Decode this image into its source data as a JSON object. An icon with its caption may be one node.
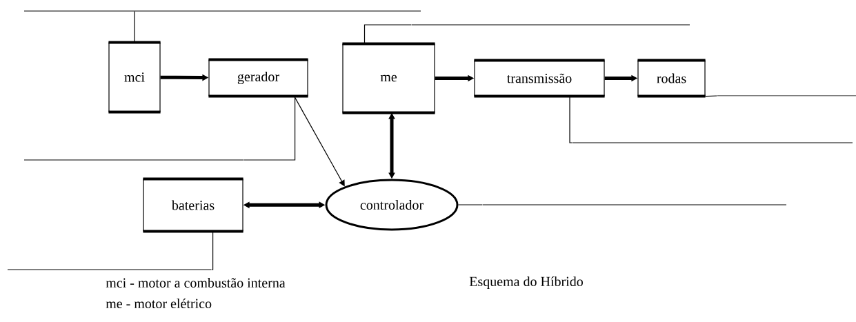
{
  "diagram": {
    "nodes": [
      {
        "text": [],
        "shape": "line"
      },
      {
        "text": [],
        "shape": "line"
      },
      {
        "text": [
          "mci"
        ]
      },
      {
        "text": [
          "gerador"
        ]
      },
      {
        "text": [
          "me"
        ]
      },
      {
        "text": [
          "transmissão"
        ]
      },
      {
        "text": [
          "rodas"
        ]
      },
      {
        "text": [],
        "shape": "line"
      },
      {
        "text": [],
        "shape": "line"
      },
      {
        "text": [],
        "shape": "line"
      },
      {
        "text": [
          "baterias"
        ]
      },
      {
        "text": [
          "controlador"
        ]
      },
      {
        "text": [],
        "shape": "line"
      },
      {
        "text": [],
        "shape": "line"
      }
    ],
    "edges": [
      {
        "from": 2,
        "to": 3,
        "arrow": "to",
        "style": "thick"
      },
      {
        "from": 4,
        "to": 5,
        "arrow": "to",
        "style": "thick"
      },
      {
        "from": 5,
        "to": 6,
        "arrow": "to",
        "style": "thick"
      },
      {
        "from": 3,
        "to": 11,
        "arrow": "to"
      },
      {
        "from": 11,
        "to": 4,
        "arrow": "both",
        "style": "thick"
      },
      {
        "from": 10,
        "to": 11,
        "arrow": "both",
        "style": "thick"
      },
      {
        "from": 2,
        "to": 0,
        "arrow": "none"
      },
      {
        "from": 4,
        "to": 1,
        "arrow": "none"
      },
      {
        "from": 6,
        "to": 7,
        "arrow": "none"
      },
      {
        "from": 5,
        "to": 8,
        "arrow": "none"
      },
      {
        "from": 3,
        "to": 9,
        "arrow": "none"
      },
      {
        "from": 11,
        "to": 12,
        "arrow": "none"
      },
      {
        "from": 10,
        "to": 13,
        "arrow": "none"
      }
    ],
    "labels": [
      "mci - motor a combustão interna",
      "Esquema do Híbrido",
      "me - motor elétrico"
    ]
  }
}
